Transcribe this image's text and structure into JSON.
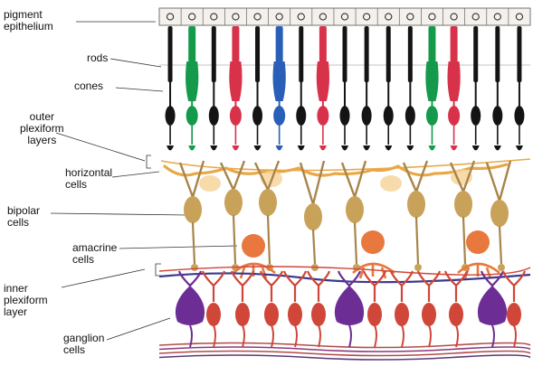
{
  "labels": {
    "pigment_epithelium": "pigment\nepithelium",
    "rods": "rods",
    "cones": "cones",
    "outer_plexiform_layers": "outer\nplexiform\nlayers",
    "horizontal_cells": "horizontal\ncells",
    "bipolar_cells": "bipolar\ncells",
    "amacrine_cells": "amacrine\ncells",
    "inner_plexiform_layer": "inner\nplexiform\nlayer",
    "ganglion_cells": "ganglion\ncells"
  },
  "colors": {
    "rod": "#141414",
    "cone_green": "#159a4c",
    "cone_red": "#d8324b",
    "cone_blue": "#2a5fb8",
    "horizontal_fiber": "#e9a847",
    "horizontal_glow": "#f6d59c",
    "bipolar": "#c9a25a",
    "bipolar_fiber": "#a8844a",
    "amacrine": "#e8783d",
    "ganglion_red": "#d04638",
    "ganglion_purple": "#6c2d94",
    "plexus_purple": "#3a3a8e",
    "leader_line": "#333333"
  },
  "receptors": [
    "rod",
    "cone_green",
    "rod",
    "cone_red",
    "rod",
    "cone_blue",
    "rod",
    "cone_red",
    "rod",
    "rod",
    "rod",
    "rod",
    "cone_green",
    "cone_red",
    "rod",
    "rod",
    "rod"
  ],
  "ganglia": [
    "ganglion_purple",
    "ganglion_red",
    "ganglion_red",
    "ganglion_red",
    "ganglion_red",
    "ganglion_red",
    "ganglion_purple",
    "ganglion_red",
    "ganglion_red",
    "ganglion_red",
    "ganglion_red",
    "ganglion_purple",
    "ganglion_red"
  ]
}
